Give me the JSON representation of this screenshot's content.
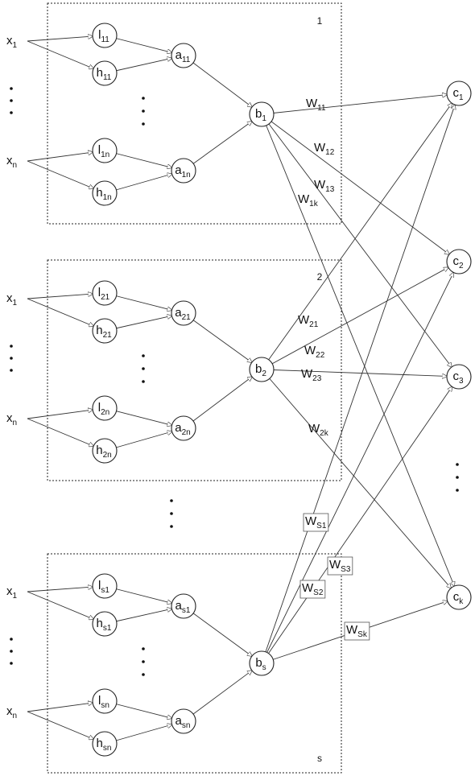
{
  "diagram": {
    "block_tags": [
      "1",
      "2",
      "s"
    ],
    "blocks": [
      {
        "inputs": [
          {
            "base": "x",
            "sub": "1"
          },
          {
            "base": "x",
            "sub": "n"
          }
        ],
        "l_nodes": [
          {
            "base": "l",
            "sub": "11"
          },
          {
            "base": "l",
            "sub": "1n"
          }
        ],
        "h_nodes": [
          {
            "base": "h",
            "sub": "11"
          },
          {
            "base": "h",
            "sub": "1n"
          }
        ],
        "a_nodes": [
          {
            "base": "a",
            "sub": "11"
          },
          {
            "base": "a",
            "sub": "1n"
          }
        ],
        "b_node": {
          "base": "b",
          "sub": "1"
        }
      },
      {
        "inputs": [
          {
            "base": "x",
            "sub": "1"
          },
          {
            "base": "x",
            "sub": "n"
          }
        ],
        "l_nodes": [
          {
            "base": "l",
            "sub": "21"
          },
          {
            "base": "l",
            "sub": "2n"
          }
        ],
        "h_nodes": [
          {
            "base": "h",
            "sub": "21"
          },
          {
            "base": "h",
            "sub": "2n"
          }
        ],
        "a_nodes": [
          {
            "base": "a",
            "sub": "21"
          },
          {
            "base": "a",
            "sub": "2n"
          }
        ],
        "b_node": {
          "base": "b",
          "sub": "2"
        }
      },
      {
        "inputs": [
          {
            "base": "x",
            "sub": "1"
          },
          {
            "base": "x",
            "sub": "n"
          }
        ],
        "l_nodes": [
          {
            "base": "l",
            "sub": "s1"
          },
          {
            "base": "l",
            "sub": "sn"
          }
        ],
        "h_nodes": [
          {
            "base": "h",
            "sub": "s1"
          },
          {
            "base": "h",
            "sub": "sn"
          }
        ],
        "a_nodes": [
          {
            "base": "a",
            "sub": "s1"
          },
          {
            "base": "a",
            "sub": "sn"
          }
        ],
        "b_node": {
          "base": "b",
          "sub": "s"
        }
      }
    ],
    "outputs": [
      {
        "base": "c",
        "sub": "1"
      },
      {
        "base": "c",
        "sub": "2"
      },
      {
        "base": "c",
        "sub": "3"
      },
      {
        "base": "c",
        "sub": "k"
      }
    ],
    "weights": [
      [
        {
          "base": "W",
          "sub": "11"
        },
        {
          "base": "W",
          "sub": "12"
        },
        {
          "base": "W",
          "sub": "13"
        },
        {
          "base": "W",
          "sub": "1k"
        }
      ],
      [
        {
          "base": "W",
          "sub": "21"
        },
        {
          "base": "W",
          "sub": "22"
        },
        {
          "base": "W",
          "sub": "23"
        },
        {
          "base": "W",
          "sub": "2k"
        }
      ],
      [
        {
          "base": "W",
          "sub": "S1"
        },
        {
          "base": "W",
          "sub": "S2"
        },
        {
          "base": "W",
          "sub": "S3"
        },
        {
          "base": "W",
          "sub": "Sk"
        }
      ]
    ]
  }
}
